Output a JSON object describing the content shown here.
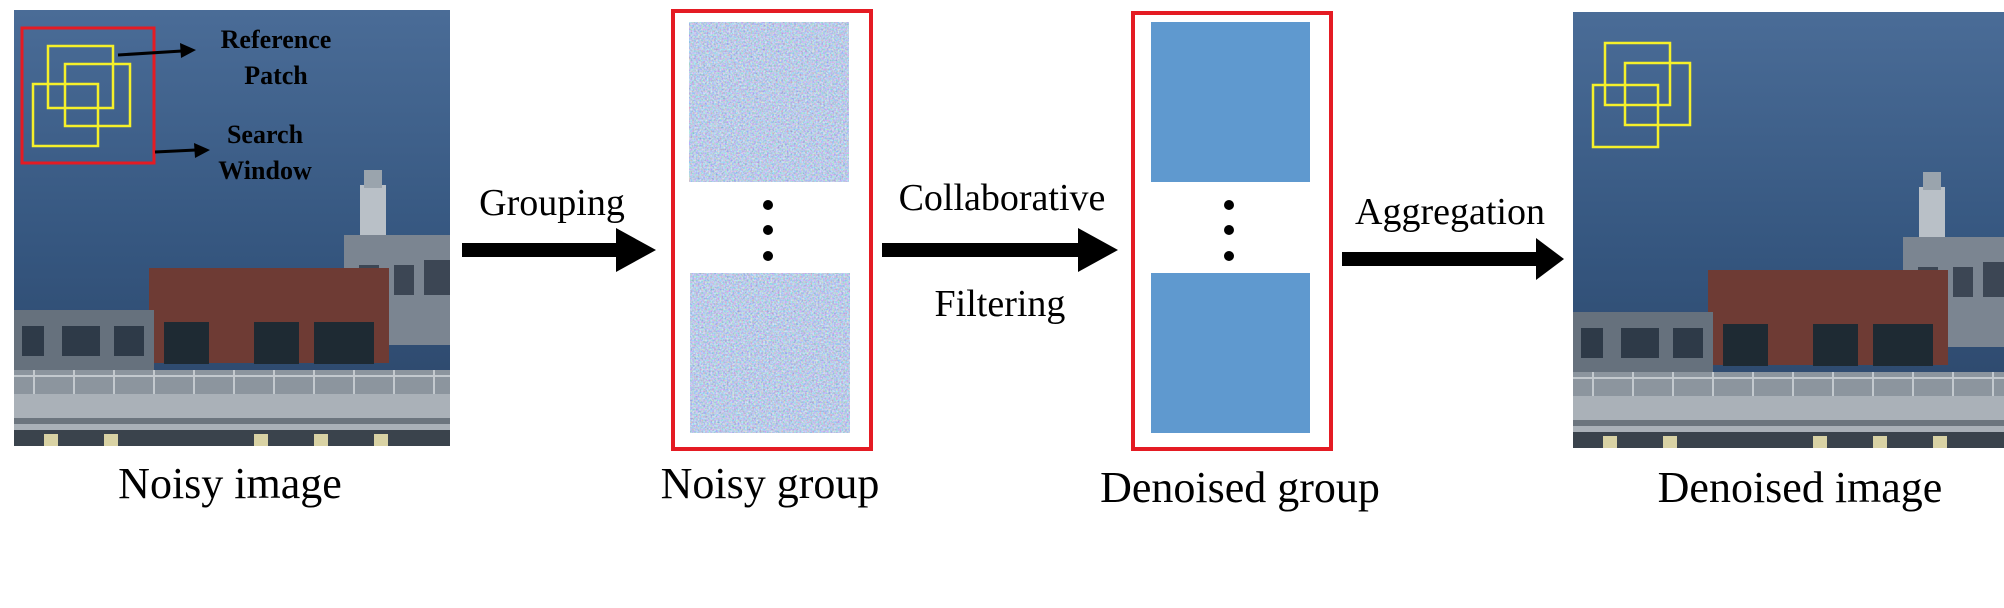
{
  "stages": {
    "noisy_image": {
      "caption": "Noisy image"
    },
    "noisy_group": {
      "caption": "Noisy group"
    },
    "denoised_group": {
      "caption": "Denoised group"
    },
    "denoised_image": {
      "caption": "Denoised image"
    }
  },
  "operations": {
    "grouping": "Grouping",
    "collaborative_line1": "Collaborative",
    "collaborative_line2": "Filtering",
    "aggregation": "Aggregation"
  },
  "annotations": {
    "reference_patch_line1": "Reference",
    "reference_patch_line2": "Patch",
    "search_window_line1": "Search",
    "search_window_line2": "Window"
  },
  "colors": {
    "highlight_box": "#e41b23",
    "patch_outline": "#f5f02a",
    "arrow": "#000000",
    "denoised_patch": "#5f99cf",
    "sky": "#3c5d86",
    "building": "#6e3b34"
  }
}
